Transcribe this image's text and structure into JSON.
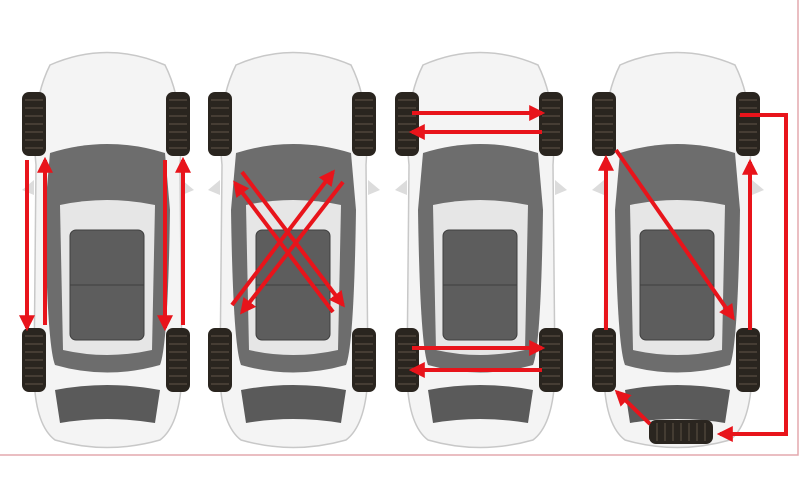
{
  "colors": {
    "arrow": "#e8141b",
    "frame": "#e3a8ad",
    "body": "#f4f4f4",
    "glass": "#6d6d6d",
    "tire": "#2a251f"
  },
  "diagrams": [
    {
      "pattern": "front-to-back"
    },
    {
      "pattern": "x-pattern"
    },
    {
      "pattern": "side-to-side"
    },
    {
      "pattern": "five-tire-with-spare"
    }
  ],
  "icons": [
    "car-top-view-icon",
    "tire-icon",
    "spare-tire-icon",
    "arrow-icon"
  ]
}
